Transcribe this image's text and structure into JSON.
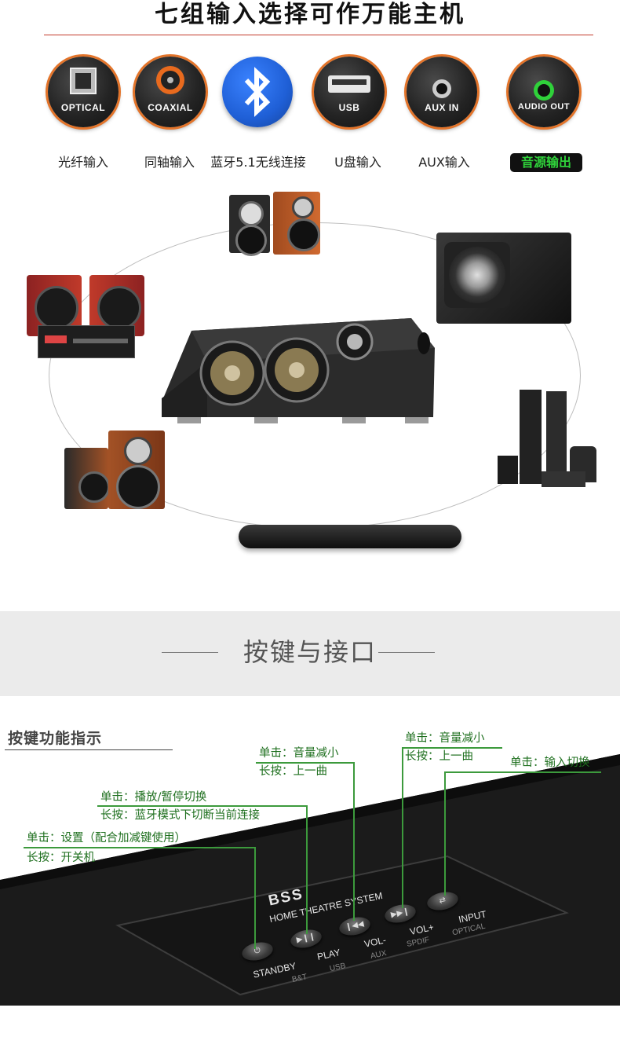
{
  "title": "七组输入选择可作万能主机",
  "inputs": [
    {
      "caption": "OPTICAL",
      "label": "光纤输入",
      "icon": "optical-port-icon"
    },
    {
      "caption": "COAXIAL",
      "label": "同轴输入",
      "icon": "coaxial-port-icon"
    },
    {
      "caption": "",
      "label": "蓝牙5.1无线连接",
      "icon": "bluetooth-icon"
    },
    {
      "caption": "USB",
      "label": "U盘输入",
      "icon": "usb-port-icon"
    },
    {
      "caption": "AUX IN",
      "label": "AUX输入",
      "icon": "aux-port-icon"
    },
    {
      "caption": "AUDIO OUT",
      "label": "音源输出",
      "icon": "audio-out-port-icon"
    }
  ],
  "colors": {
    "accent_ring": "#e3742a",
    "bluetooth": "#1f5fd6",
    "audio_out_green": "#2fd13a",
    "callout_green": "#3c9a3c"
  },
  "section": {
    "title": "按键与接口"
  },
  "keys": {
    "heading": "按键功能指示",
    "callouts": [
      {
        "line1": "单击：音量减小",
        "line2": "长按：上一曲"
      },
      {
        "line1": "单击：音量减小",
        "line2": "长按：上一曲"
      },
      {
        "line1": "单击：输入切换",
        "line2": ""
      },
      {
        "line1": "单击：播放/暂停切换",
        "line2": "长按：蓝牙模式下切断当前连接"
      },
      {
        "line1": "单击：设置（配合加减键使用）",
        "line2": "长按：开关机"
      }
    ]
  },
  "panel": {
    "brand": "BSS",
    "model": "HOME THEATRE SYSTEM",
    "buttons": [
      {
        "label": "STANDBY",
        "sub": "B&T",
        "glyph": "⏻"
      },
      {
        "label": "PLAY",
        "sub": "USB",
        "glyph": "▶❙❙"
      },
      {
        "label": "VOL-",
        "sub": "AUX",
        "glyph": "❙◀◀"
      },
      {
        "label": "VOL+",
        "sub": "SPDIF",
        "glyph": "▶▶❙"
      },
      {
        "label": "INPUT",
        "sub": "OPTICAL",
        "glyph": "⇄"
      }
    ]
  }
}
